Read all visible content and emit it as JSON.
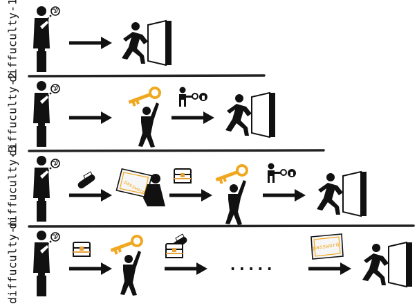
{
  "rows": [
    {
      "label": "diffuculty-1"
    },
    {
      "label": "diffuculty-2"
    },
    {
      "label": "diffuculty-3"
    },
    {
      "label": "diffuculty-n"
    }
  ],
  "ellipsis": ".....",
  "scroll_text": "password",
  "colors": {
    "ink": "#111111",
    "key_gold": "#f0a820",
    "paper": "#f6f6f6",
    "chest": "#e8a23a",
    "divider": "#222222"
  },
  "icons": [
    "thinking-person-icon",
    "thought-bubble-icon",
    "arrow-right-icon",
    "running-exit-door-icon",
    "person-holding-key-icon",
    "person-with-key-at-lock-icon",
    "scroll-icon",
    "person-reading-paper-icon",
    "treasure-chest-icon",
    "ellipsis"
  ]
}
